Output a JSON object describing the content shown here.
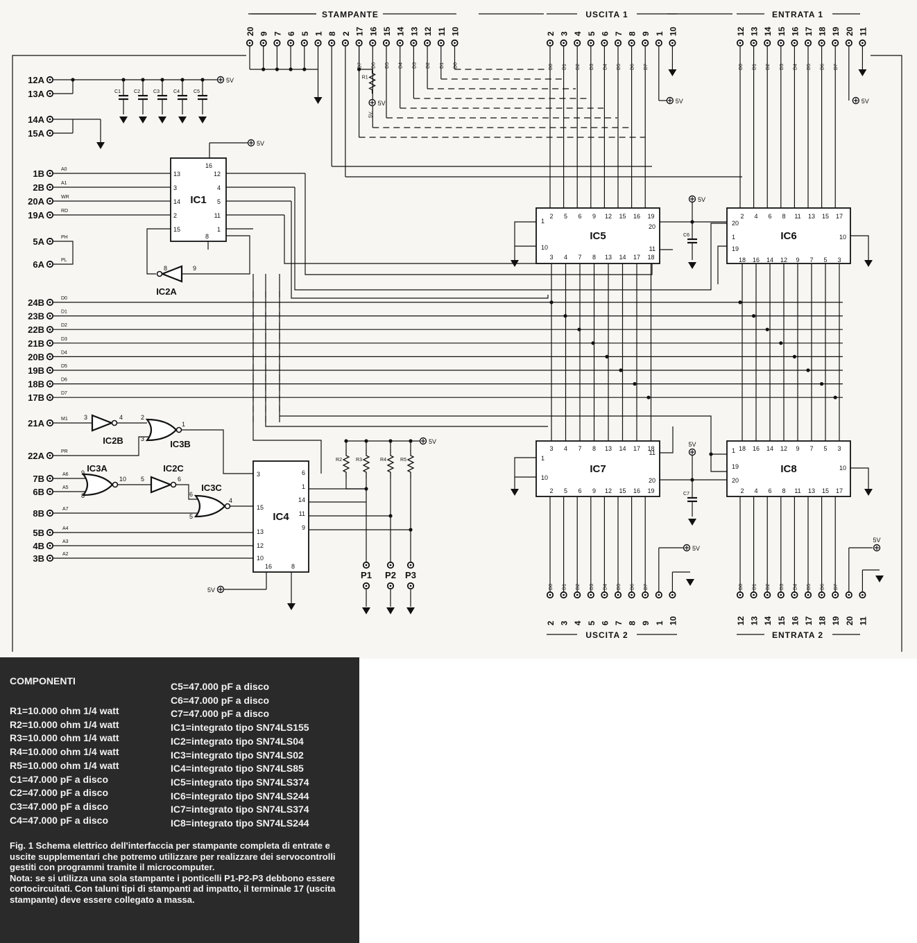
{
  "schematic": {
    "headers": {
      "stampante": "STAMPANTE",
      "uscita1": "USCITA 1",
      "entrata1": "ENTRATA 1",
      "uscita2": "USCITA 2",
      "entrata2": "ENTRATA 2"
    },
    "stampante_pins": [
      "20",
      "9",
      "7",
      "6",
      "5",
      "1",
      "8",
      "2",
      "17",
      "16",
      "15",
      "14",
      "13",
      "12",
      "11",
      "10"
    ],
    "stampante_signals": [
      "",
      "",
      "",
      "",
      "",
      "",
      "",
      "",
      "D7",
      "D6",
      "D5",
      "D4",
      "D3",
      "D2",
      "D1",
      "D0"
    ],
    "uscita_pins": [
      "2",
      "3",
      "4",
      "5",
      "6",
      "7",
      "8",
      "9",
      "1",
      "10"
    ],
    "entrata_pins": [
      "12",
      "13",
      "14",
      "15",
      "16",
      "17",
      "18",
      "19",
      "20",
      "11"
    ],
    "data_lines": [
      "D0",
      "D1",
      "D2",
      "D3",
      "D4",
      "D5",
      "D6",
      "D7"
    ],
    "left_connectors": {
      "power": [
        "12A",
        "13A",
        "14A",
        "15A"
      ],
      "ic1_inputs": [
        {
          "pin": "1B",
          "signal": "A0"
        },
        {
          "pin": "2B",
          "signal": "A1"
        },
        {
          "pin": "20A",
          "signal": "WR"
        },
        {
          "pin": "19A",
          "signal": "RD"
        }
      ],
      "phase": [
        {
          "pin": "5A",
          "signal": "PH"
        },
        {
          "pin": "6A",
          "signal": "PL"
        }
      ],
      "data_bus": [
        {
          "pin": "24B",
          "signal": "D0"
        },
        {
          "pin": "23B",
          "signal": "D1"
        },
        {
          "pin": "22B",
          "signal": "D2"
        },
        {
          "pin": "21B",
          "signal": "D3"
        },
        {
          "pin": "20B",
          "signal": "D4"
        },
        {
          "pin": "19B",
          "signal": "D5"
        },
        {
          "pin": "18B",
          "signal": "D6"
        },
        {
          "pin": "17B",
          "signal": "D7"
        }
      ],
      "control": [
        {
          "pin": "21A",
          "signal": "M1"
        },
        {
          "pin": "22A",
          "signal": "PR"
        }
      ],
      "address": [
        {
          "pin": "7B",
          "signal": "A6"
        },
        {
          "pin": "6B",
          "signal": "A5"
        },
        {
          "pin": "8B",
          "signal": "A7"
        },
        {
          "pin": "5B",
          "signal": "A4"
        },
        {
          "pin": "4B",
          "signal": "A3"
        },
        {
          "pin": "3B",
          "signal": "A2"
        }
      ]
    },
    "chips": {
      "ic1": "IC1",
      "ic4": "IC4",
      "ic5": "IC5",
      "ic6": "IC6",
      "ic7": "IC7",
      "ic8": "IC8"
    },
    "gates": {
      "ic2a": "IC2A",
      "ic2b": "IC2B",
      "ic2c": "IC2C",
      "ic3a": "IC3A",
      "ic3b": "IC3B",
      "ic3c": "IC3C"
    },
    "caps": [
      "C1",
      "C2",
      "C3",
      "C4",
      "C5",
      "C6",
      "C7"
    ],
    "resistors": [
      "R1",
      "R2",
      "R3",
      "R4",
      "R5"
    ],
    "jumpers": [
      "P1",
      "P2",
      "P3"
    ],
    "supply_label": "5V",
    "supply_label_r1": "5V."
  },
  "components": {
    "title": "COMPONENTI",
    "left": [
      "R1=10.000 ohm 1/4 watt",
      "R2=10.000 ohm 1/4 watt",
      "R3=10.000 ohm 1/4 watt",
      "R4=10.000 ohm 1/4 watt",
      "R5=10.000 ohm 1/4 watt",
      "C1=47.000 pF a disco",
      "C2=47.000 pF a disco",
      "C3=47.000 pF a disco",
      "C4=47.000 pF a disco"
    ],
    "right": [
      "C5=47.000 pF a disco",
      "C6=47.000 pF a disco",
      "C7=47.000 pF a disco",
      "IC1=integrato tipo SN74LS155",
      "IC2=integrato tipo SN74LS04",
      "IC3=integrato tipo SN74LS02",
      "IC4=integrato tipo SN74LS85",
      "IC5=integrato tipo SN74LS374",
      "IC6=integrato tipo SN74LS244",
      "IC7=integrato tipo SN74LS374",
      "IC8=integrato tipo SN74LS244"
    ],
    "caption": "Fig. 1 Schema elettrico dell'interfaccia per stampante completa di entrate e uscite supplementari che potremo utilizzare per realizzare dei servocontrolli gestiti con programmi tramite il microcomputer.",
    "note": "Nota: se si utilizza una sola stampante i ponticelli P1-P2-P3 debbono essere cortocircuitati. Con taluni tipi di stampanti ad impatto, il terminale 17 (uscita stampante) deve essere collegato a massa."
  }
}
